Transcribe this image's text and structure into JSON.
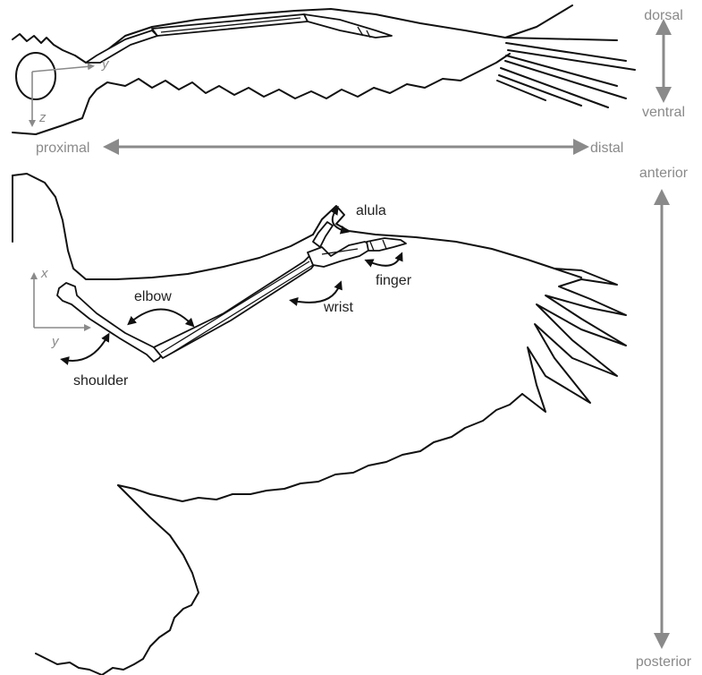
{
  "labels": {
    "dorsal": "dorsal",
    "ventral": "ventral",
    "proximal": "proximal",
    "distal": "distal",
    "anterior": "anterior",
    "posterior": "posterior",
    "alula": "alula",
    "elbow": "elbow",
    "wrist": "wrist",
    "finger": "finger",
    "shoulder": "shoulder"
  },
  "axes": {
    "top_y": "y",
    "top_z": "z",
    "bottom_x": "x",
    "bottom_y": "y"
  },
  "colors": {
    "axis_gray": "#8a8a8a",
    "outline": "#111111"
  }
}
